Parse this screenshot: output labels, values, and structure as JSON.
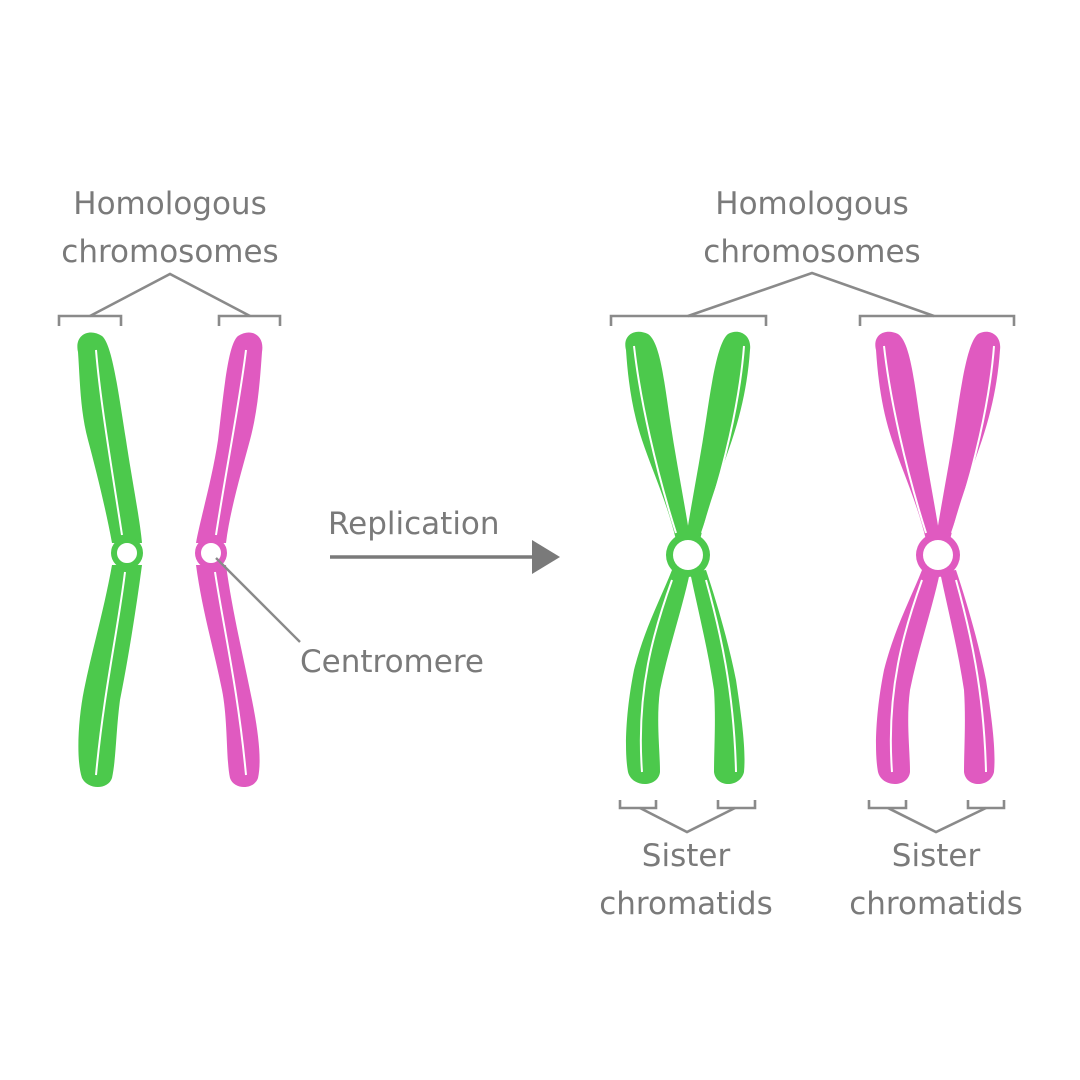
{
  "colors": {
    "green": "#4cc94c",
    "pink": "#e05ac0",
    "text": "#7a7a7a",
    "line": "#8a8a8a"
  },
  "left_group": {
    "label_line1": "Homologous",
    "label_line2": "chromosomes",
    "centromere_label": "Centromere"
  },
  "process": {
    "label": "Replication"
  },
  "right_group": {
    "label_line1": "Homologous",
    "label_line2": "chromosomes",
    "sister_green_line1": "Sister",
    "sister_green_line2": "chromatids",
    "sister_pink_line1": "Sister",
    "sister_pink_line2": "chromatids"
  }
}
